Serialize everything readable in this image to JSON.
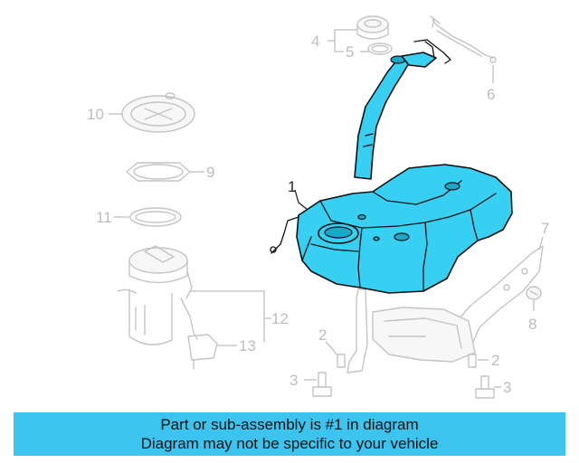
{
  "diagram": {
    "callouts": {
      "c1": "1",
      "c2a": "2",
      "c2b": "2",
      "c3a": "3",
      "c3b": "3",
      "c4": "4",
      "c5": "5",
      "c6": "6",
      "c7": "7",
      "c8": "8",
      "c9": "9",
      "c10": "10",
      "c11": "11",
      "c12": "12",
      "c13": "13"
    },
    "highlight_color": "#38d0f2"
  },
  "banner": {
    "line1": "Part or sub-assembly is #1 in diagram",
    "line2": "Diagram may not be specific to your vehicle",
    "background_color": "#3cc4ef"
  }
}
